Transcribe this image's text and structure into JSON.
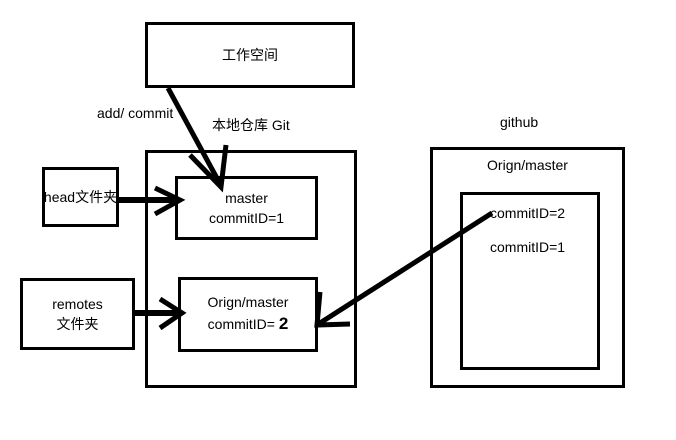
{
  "diagram": {
    "title_workspace": "工作空间",
    "label_add_commit": "add/ commit",
    "label_local_repo": "本地仓库 Git",
    "label_github": "github",
    "stroke_color": "#000000",
    "background_color": "#ffffff"
  },
  "workspace": {
    "label": "工作空间"
  },
  "local_repo": {
    "caption": "本地仓库 Git",
    "master": {
      "name": "master",
      "commit": "commitID=1"
    },
    "origin_master": {
      "name": "Orign/master",
      "commit_prefix": "commitID= ",
      "commit_value": "2"
    }
  },
  "head_folder": {
    "label": "head文件夹"
  },
  "remotes_folder": {
    "line1": "remotes",
    "line2": "文件夹"
  },
  "github": {
    "caption": "github",
    "branch": "Orign/master",
    "commits": [
      "commitID=2",
      "commitID=1"
    ]
  },
  "arrows": [
    {
      "name": "workspace-to-master",
      "label": "add/ commit"
    },
    {
      "name": "head-to-master",
      "label": ""
    },
    {
      "name": "remotes-to-origin",
      "label": ""
    },
    {
      "name": "github-to-origin",
      "label": ""
    }
  ]
}
